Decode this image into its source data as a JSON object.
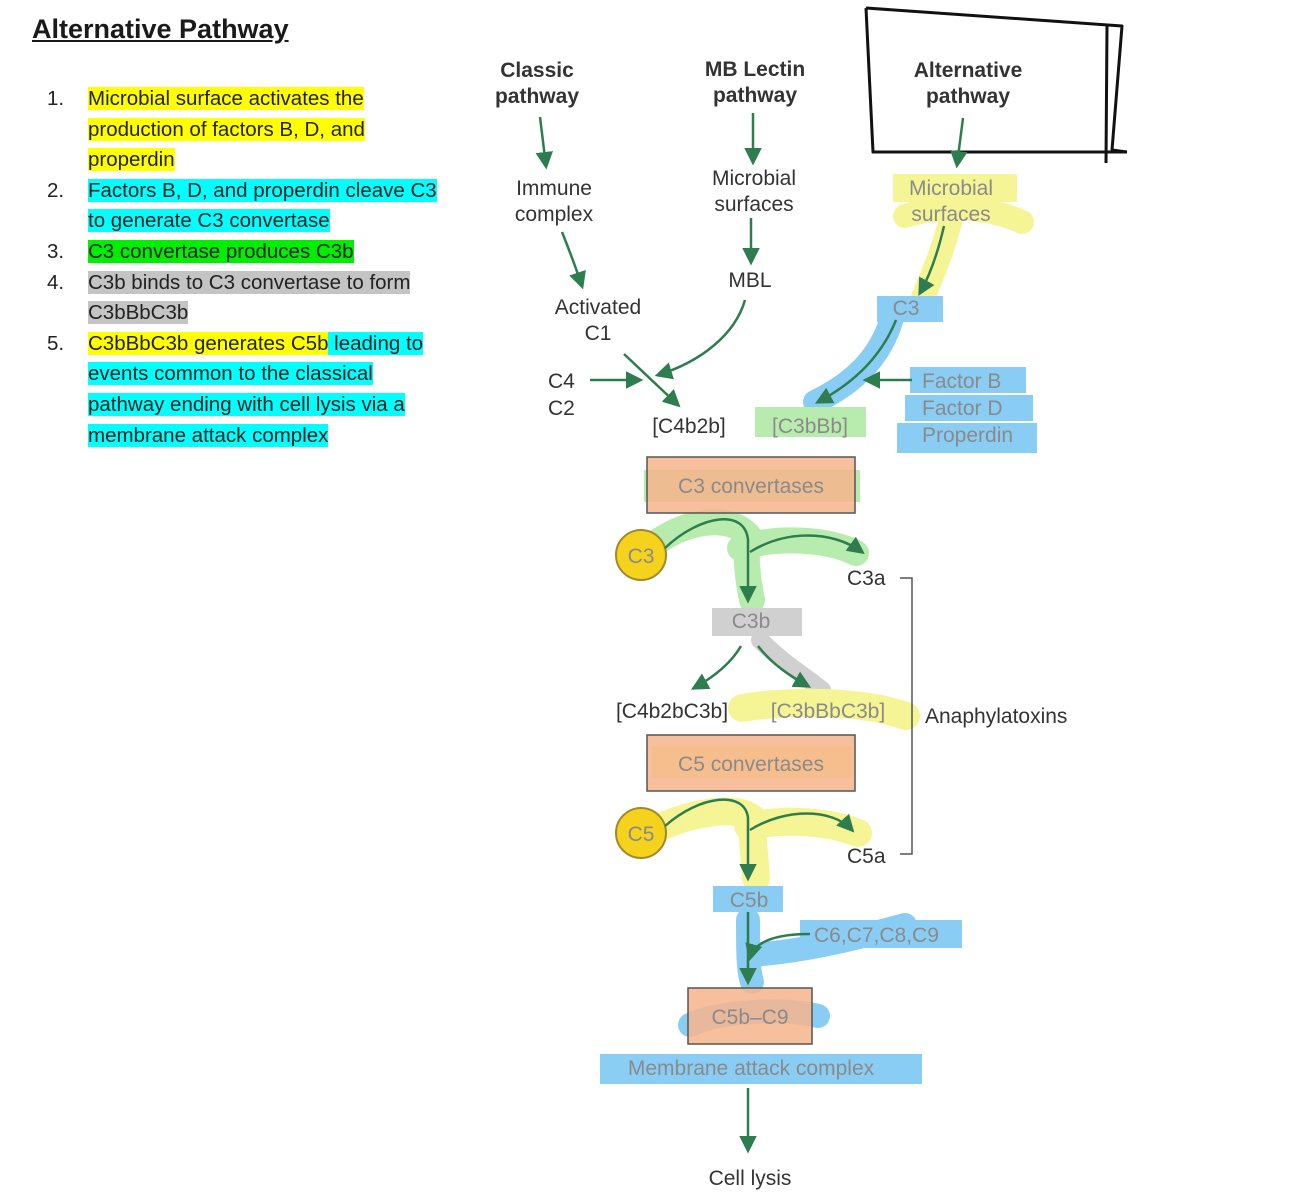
{
  "notes": {
    "title": "Alternative Pathway",
    "steps": [
      {
        "num": "1.",
        "segments": [
          {
            "text": "Microbial surface activates the production of factors B, D, and properdin",
            "hl": "yellow"
          }
        ]
      },
      {
        "num": "2.",
        "segments": [
          {
            "text": "Factors B, D, and properdin cleave C3 to generate C3 convertase",
            "hl": "cyan"
          }
        ]
      },
      {
        "num": "3.",
        "segments": [
          {
            "text": "C3 convertase produces C3b",
            "hl": "green"
          }
        ]
      },
      {
        "num": "4.",
        "segments": [
          {
            "text": "C3b binds to C3 convertase to form C3bBbC3b",
            "hl": "gray"
          }
        ]
      },
      {
        "num": "5.",
        "segments": [
          {
            "text": "C3bBbC3b generates C5b",
            "hl": "yellow"
          },
          {
            "text": " leading to events common to the classical pathway ending with cell lysis via a membrane attack complex",
            "hl": "cyan"
          }
        ]
      }
    ]
  },
  "diagram": {
    "classic_pathway": [
      "Classic",
      "pathway"
    ],
    "mb_lectin_pathway": [
      "MB Lectin",
      "pathway"
    ],
    "alternative_pathway": [
      "Alternative",
      "pathway"
    ],
    "immune_complex": [
      "Immune",
      "complex"
    ],
    "microbial_surfaces_lectin": [
      "Microbial",
      "surfaces"
    ],
    "microbial_surfaces_alt": [
      "Microbial",
      "surfaces"
    ],
    "mbl": "MBL",
    "activated_c1": [
      "Activated",
      "C1"
    ],
    "c4": "C4",
    "c2": "C2",
    "c3_alt": "C3",
    "factor_b": "Factor B",
    "factor_d": "Factor D",
    "properdin": "Properdin",
    "c4b2b": "[C4b2b]",
    "c3bbb": "[C3bBb]",
    "c3_convertases": "C3 convertases",
    "c3_circle": "C3",
    "c3a": "C3a",
    "c3b": "C3b",
    "c4b2bc3b": "[C4b2bC3b]",
    "c3bbbc3b": "[C3bBbC3b]",
    "anaphylatoxins": "Anaphylatoxins",
    "c5_convertases": "C5 convertases",
    "c5_circle": "C5",
    "c5a": "C5a",
    "c5b": "C5b",
    "c6_c9": "C6,C7,C8,C9",
    "c5b_c9": "C5b–C9",
    "mac": "Membrane attack complex",
    "cell_lysis": "Cell lysis"
  },
  "colors": {
    "arrow": "#2e7d4f",
    "box_fill": "#f7b48c",
    "circle_fill": "#f5d31c",
    "hl_yellow": "#ffff00",
    "hl_cyan": "#00ffff",
    "hl_green": "#00ee00",
    "hl_gray": "#c4c4c4",
    "marker_yellow": "#f3f26a",
    "marker_blue": "#59b9f0",
    "marker_green": "#9be48c",
    "marker_gray": "#bdbdbd"
  }
}
